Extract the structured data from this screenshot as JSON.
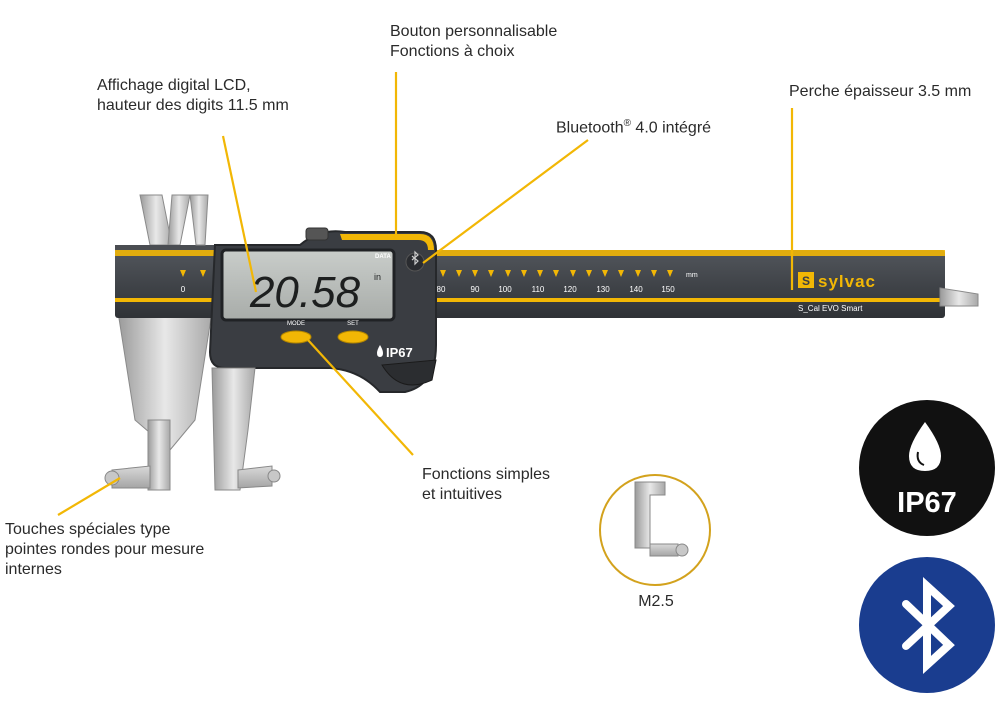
{
  "callouts": {
    "button": [
      "Bouton personnalisable",
      "Fonctions à choix"
    ],
    "lcd": [
      "Affichage digital LCD,",
      "hauteur des digits 11.5 mm"
    ],
    "bluetooth": {
      "prefix": "Bluetooth",
      "reg": "®",
      "suffix": " 4.0 intégré"
    },
    "depth_rod": [
      "Perche épaisseur 3.5 mm"
    ],
    "functions": [
      "Fonctions simples",
      "et intuitives"
    ],
    "tips": [
      "Touches spéciales type",
      "pointes rondes pour mesure",
      "internes"
    ],
    "detail": "M2.5"
  },
  "device": {
    "display_value": "20.58",
    "display_unit": "in",
    "data_label": "DATA",
    "mode_label": "MODE",
    "set_label": "SET",
    "ip_label": "IP67",
    "brand": "sylvac",
    "model": "S_Cal EVO Smart",
    "scale_unit": "mm",
    "scale_left": [
      "0"
    ],
    "scale_right": [
      "80",
      "90",
      "100",
      "110",
      "120",
      "130",
      "140",
      "150"
    ]
  },
  "badges": {
    "ip67": "IP67",
    "ip67_icon": "water-drop-icon",
    "bluetooth_icon": "bluetooth-icon"
  },
  "colors": {
    "accent": "#f2b705",
    "body": "#3c3f44",
    "badge_dark": "#111111",
    "badge_blue": "#1a3d8f"
  }
}
